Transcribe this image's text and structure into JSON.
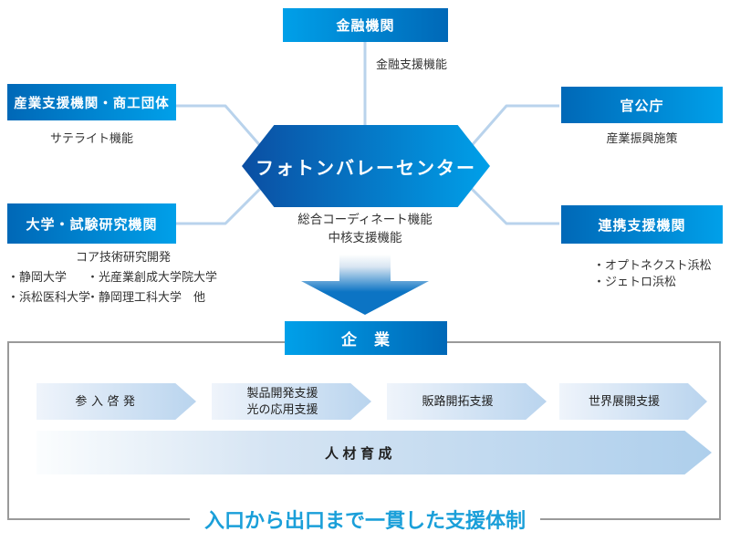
{
  "nodes": {
    "financial": {
      "label": "金融機関",
      "function": "金融支援機能"
    },
    "industry": {
      "label": "産業支援機関・商工団体",
      "function": "サテライト機能"
    },
    "university": {
      "label": "大学・試験研究機関",
      "function": "コア技術研究開発",
      "members": {
        "r1c1": "・静岡大学",
        "r1c2": "・光産業創成大学院大学",
        "r2c1": "・浜松医科大学",
        "r2c2": "・静岡理工科大学　他"
      }
    },
    "government": {
      "label": "官公庁",
      "function": "産業振興施策"
    },
    "partner": {
      "label": "連携支援機関",
      "members": {
        "m1": "・オプトネクスト浜松",
        "m2": "・ジェトロ浜松"
      }
    },
    "center": {
      "label": "フォトンバレーセンター",
      "function_line1": "総合コーディネート機能",
      "function_line2": "中核支援機能"
    },
    "company": {
      "label": "企　業"
    }
  },
  "flow": {
    "steps": [
      {
        "lines": [
          "参入啓発",
          ""
        ]
      },
      {
        "lines": [
          "製品開発支援",
          "光の応用支援"
        ]
      },
      {
        "lines": [
          "販路開拓支援",
          ""
        ]
      },
      {
        "lines": [
          "世界展開支援",
          ""
        ]
      }
    ],
    "base_arrow": "人材育成",
    "caption": "入口から出口まで一貫した支援体制"
  },
  "colors": {
    "blue_dark": "#0068b7",
    "blue_bright": "#00a0e9",
    "hex_left": "#0b4ea2",
    "light_arrow": "#b9d4ee",
    "connector": "#b9d3ec",
    "caption_blue": "#1a9fd9",
    "border_gray": "#9a9a9a"
  }
}
